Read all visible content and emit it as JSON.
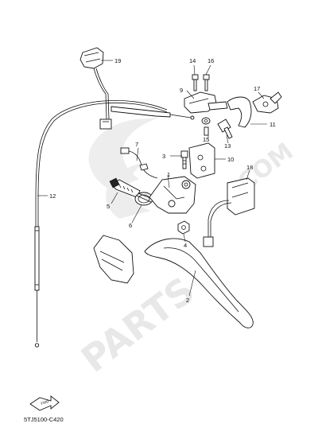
{
  "diagram": {
    "catalog_code": "5TJ5100-C420",
    "fwd_label": "FWD",
    "watermark_logo": "PARTSOUQ.COM",
    "part_labels": [
      "1",
      "2",
      "3",
      "4",
      "5",
      "6",
      "7",
      "9",
      "10",
      "11",
      "12",
      "13",
      "14",
      "15",
      "16",
      "17",
      "18",
      "19"
    ]
  }
}
